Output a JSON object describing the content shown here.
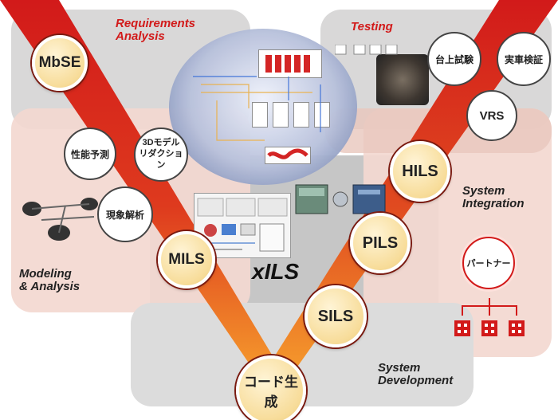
{
  "phases": {
    "requirements": "Requirements\nAnalysis",
    "testing": "Testing",
    "modeling": "Modeling\n& Analysis",
    "integration": "System\nIntegration",
    "development": "System\nDevelopment",
    "center": "xILS"
  },
  "main_nodes": {
    "mbse": "MbSE",
    "mils": "MILS",
    "code": "コード生成",
    "sils": "SILS",
    "pils": "PILS",
    "hils": "HILS"
  },
  "sub_nodes": {
    "performance": "性能予測",
    "model_reduction": "3Dモデル\nリダクション",
    "phenomenon": "現象解析",
    "bench_test": "台上試験",
    "vehicle_test": "実車検証",
    "vrs": "VRS",
    "partner": "パートナー"
  },
  "colors": {
    "vee_red": "#d21a1a",
    "vee_orange": "#f08c28",
    "node_fill": "#f7dc99"
  }
}
